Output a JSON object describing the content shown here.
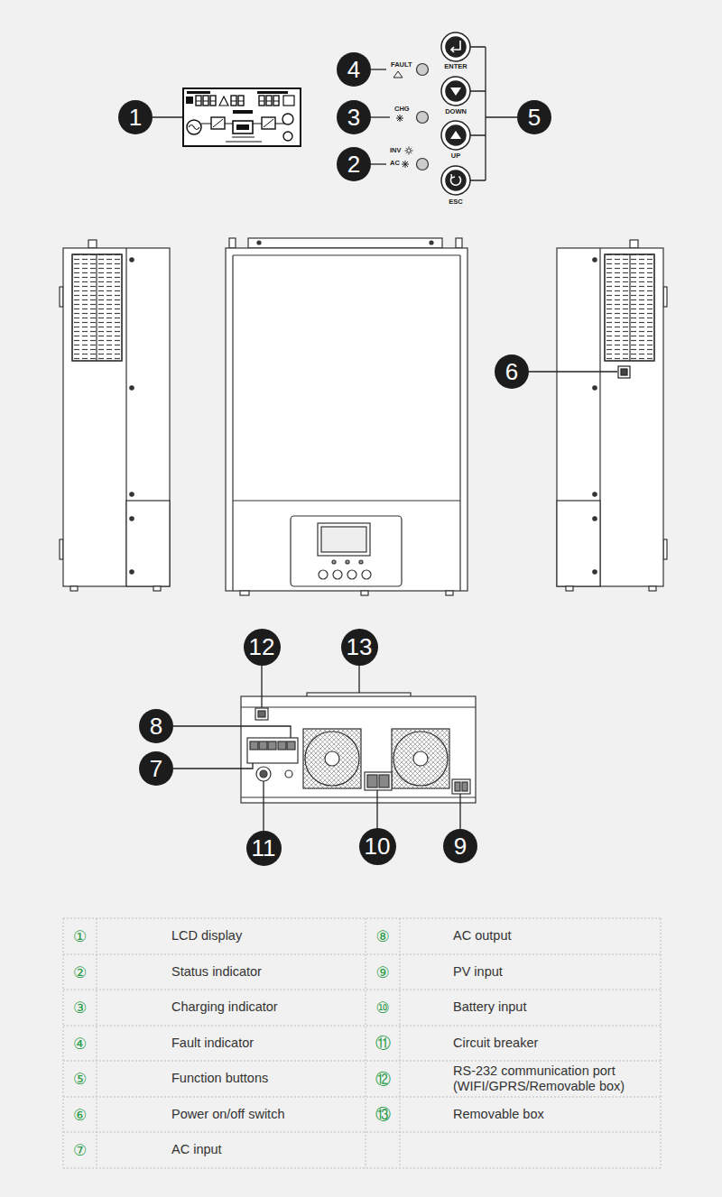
{
  "diagram": {
    "nodes": [
      {
        "text": [
          "4"
        ]
      },
      {
        "text": [
          "1"
        ]
      },
      {
        "text": [
          "3"
        ]
      },
      {
        "text": [
          "5"
        ]
      },
      {
        "text": [
          "2"
        ]
      },
      {
        "text": [
          "6"
        ]
      },
      {
        "text": [
          "12"
        ]
      },
      {
        "text": [
          "13"
        ]
      },
      {
        "text": [
          "8"
        ]
      },
      {
        "text": [
          "7"
        ]
      },
      {
        "text": [
          "11"
        ]
      },
      {
        "text": [
          "10"
        ]
      },
      {
        "text": [
          "9"
        ]
      }
    ],
    "labels": [
      "FAULT",
      "ENTER",
      "CHG",
      "DOWN",
      "INV",
      "UP",
      "AC",
      "ESC",
      "①",
      "LCD display",
      "⑧",
      "AC output",
      "②",
      "Status indicator",
      "⑨",
      "PV input",
      "③",
      "Charging indicator",
      "⑩",
      "Battery input",
      "④",
      "Fault indicator",
      "⑪",
      "Circuit breaker",
      "⑤",
      "Function buttons",
      "⑫",
      "RS-232 communication port (WIFI/GPRS/Removable box)",
      "⑥",
      "Power on/off switch",
      "⑬",
      "Removable box",
      "⑦",
      "AC input"
    ]
  }
}
